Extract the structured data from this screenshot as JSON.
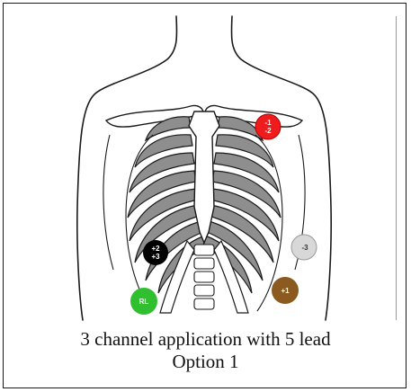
{
  "caption": {
    "line1": "3 channel application with 5 lead",
    "line2": "Option 1"
  },
  "electrodes": [
    {
      "id": "ra-left-arm",
      "line1": "-1",
      "line2": "-2",
      "color": "#ee1c1c",
      "text_color": "#ffffff"
    },
    {
      "id": "ll-chest",
      "line1": "+2",
      "line2": "+3",
      "color": "#000000",
      "text_color": "#ffffff"
    },
    {
      "id": "v-lead",
      "line1": "-3",
      "line2": "",
      "color": "#d8d8d8",
      "text_color": "#333333"
    },
    {
      "id": "left-leg",
      "line1": "+1",
      "line2": "",
      "color": "#8b5a1e",
      "text_color": "#ffffff"
    },
    {
      "id": "right-leg",
      "line1": "RL",
      "line2": "",
      "color": "#2fbf2f",
      "text_color": "#ffffff"
    }
  ],
  "colors": {
    "outline": "#1a1a1a",
    "bone_shadow": "#8e8e8e",
    "background": "#ffffff"
  },
  "icons": [
    "torso-outline-icon",
    "rib-cage-icon",
    "electrode-icon"
  ]
}
